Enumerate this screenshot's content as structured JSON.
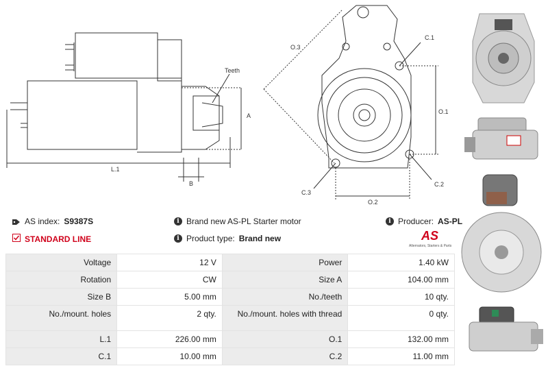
{
  "drawing_labels": {
    "teeth": "Teeth",
    "a": "A",
    "b": "B",
    "l1": "L.1",
    "o3": "O.3",
    "c1": "C.1",
    "o1": "O.1",
    "c2": "C.2",
    "c3": "C.3",
    "o2": "O.2"
  },
  "info": {
    "as_index_label": "AS index:",
    "as_index_value": "S9387S",
    "description": "Brand new AS-PL Starter motor",
    "producer_label": "Producer:",
    "producer_value": "AS-PL",
    "standard_line": "STANDARD LINE",
    "product_type_label": "Product type:",
    "product_type_value": "Brand new",
    "logo_text": "AS",
    "logo_tagline": "Alternators, Starters & Parts"
  },
  "colors": {
    "accent_red": "#d0021b",
    "key_cell_bg": "#ececec",
    "line": "#333333"
  },
  "specs": [
    [
      "Voltage",
      "12 V",
      "Power",
      "1.40 kW"
    ],
    [
      "Rotation",
      "CW",
      "Size A",
      "104.00 mm"
    ],
    [
      "Size B",
      "5.00 mm",
      "No./teeth",
      "10 qty."
    ],
    [
      "No./mount. holes",
      "2 qty.",
      "No./mount. holes with thread",
      "0 qty."
    ],
    [
      "L.1",
      "226.00 mm",
      "O.1",
      "132.00 mm"
    ],
    [
      "C.1",
      "10.00 mm",
      "C.2",
      "11.00 mm"
    ]
  ]
}
